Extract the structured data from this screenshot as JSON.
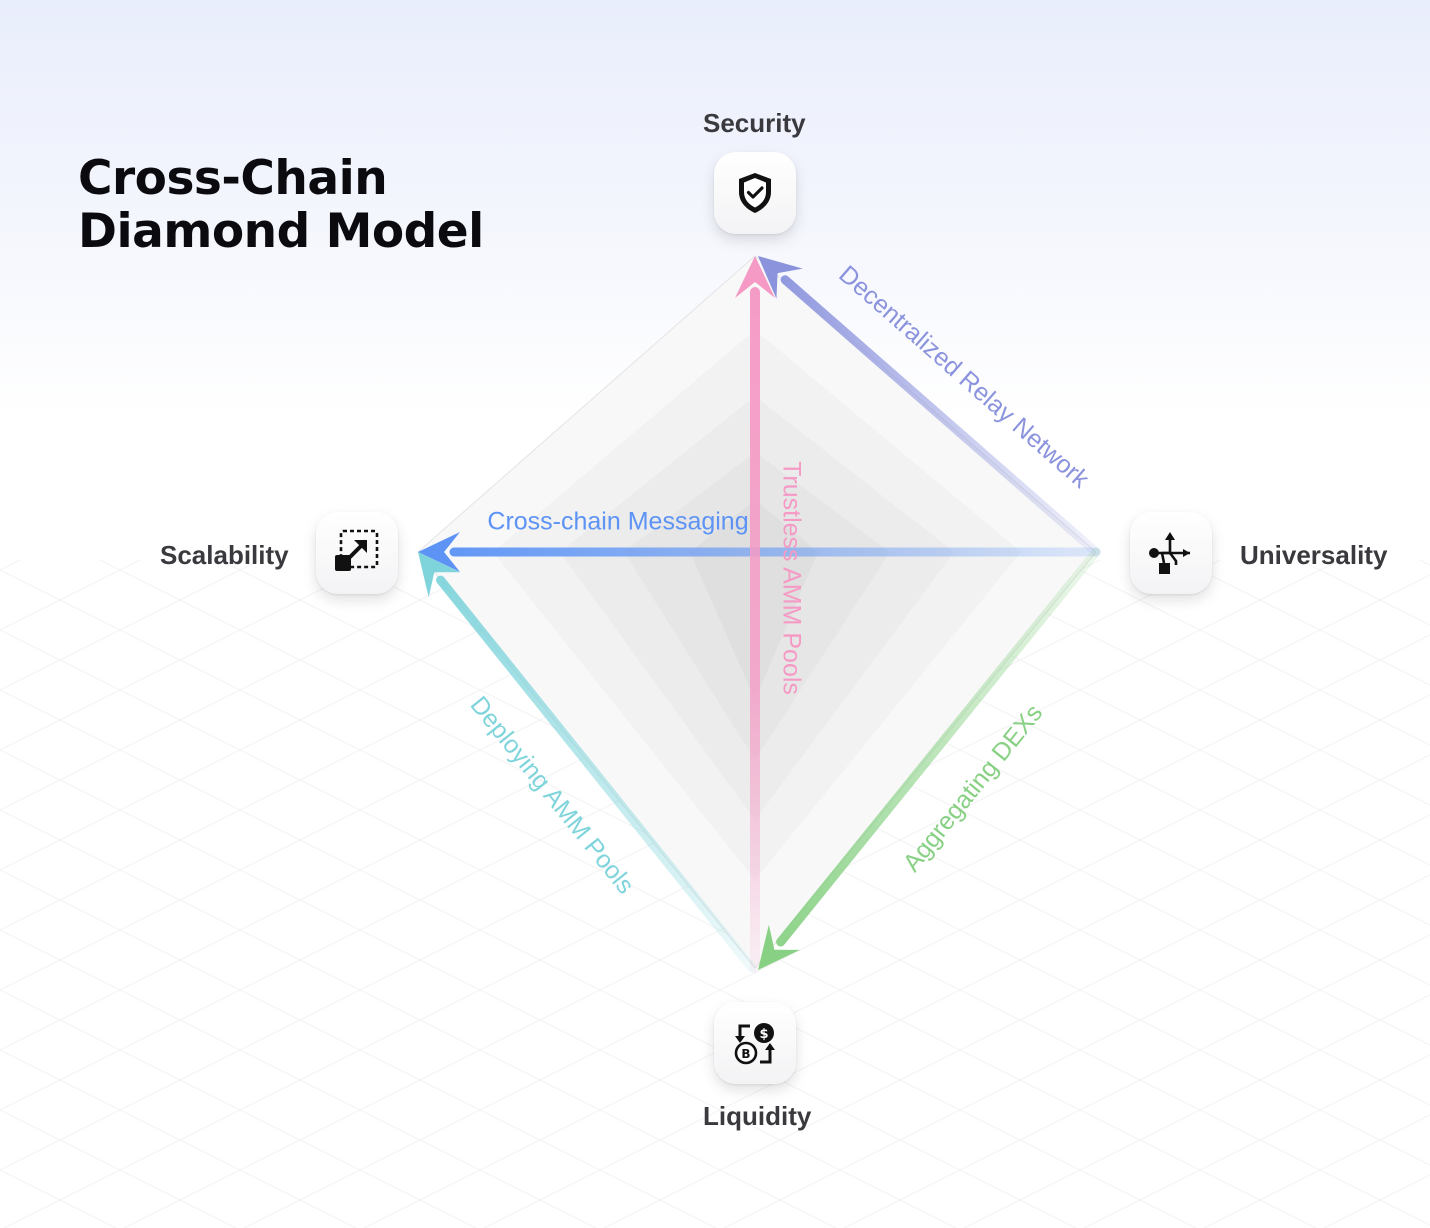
{
  "title": {
    "line1": "Cross-Chain",
    "line2": "Diamond Model"
  },
  "vertices": {
    "top": {
      "label": "Security",
      "icon": "shield-check-icon"
    },
    "left": {
      "label": "Scalability",
      "icon": "expand-arrows-icon"
    },
    "right": {
      "label": "Universality",
      "icon": "usb-icon"
    },
    "bottom": {
      "label": "Liquidity",
      "icon": "currency-swap-icon"
    }
  },
  "edges": [
    {
      "id": "relay",
      "label": "Decentralized Relay Network",
      "from": "right",
      "to": "top",
      "color": "#8b93dd"
    },
    {
      "id": "messaging",
      "label": "Cross-chain Messaging",
      "from": "right",
      "to": "left",
      "color": "#5c93f5"
    },
    {
      "id": "trustless",
      "label": "Trustless AMM Pools",
      "from": "bottom",
      "to": "top",
      "color": "#f59ac5"
    },
    {
      "id": "deploying",
      "label": "Deploying AMM Pools",
      "from": "bottom",
      "to": "left",
      "color": "#7fd4db"
    },
    {
      "id": "aggregating",
      "label": "Aggregating DEXs",
      "from": "right",
      "to": "bottom",
      "color": "#88d184"
    }
  ]
}
